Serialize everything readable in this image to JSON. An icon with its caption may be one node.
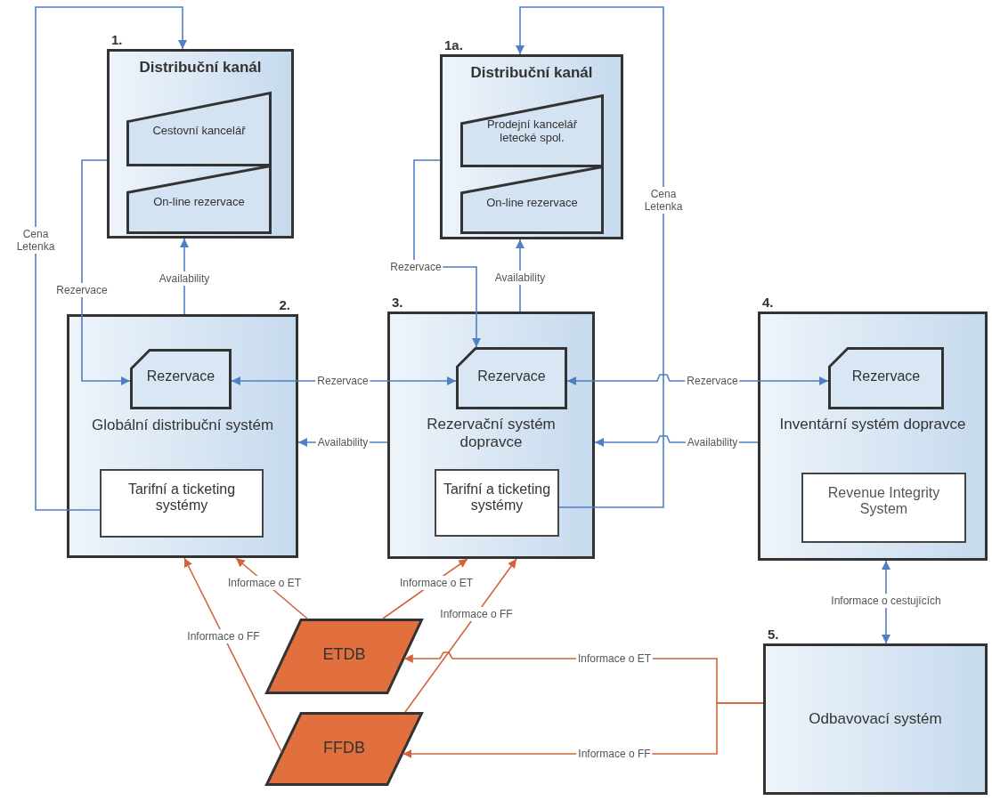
{
  "diagram": {
    "nodes": [
      {
        "text": [
          "1.",
          "Distribuční kanál"
        ]
      },
      {
        "text": [
          "Cestovní kancelář"
        ],
        "in": 0
      },
      {
        "text": [
          "On-line rezervace"
        ],
        "in": 0
      },
      {
        "text": [
          "1a.",
          "Distribuční kanál"
        ]
      },
      {
        "text": [
          "Prodejní kancelář letecké spol."
        ],
        "in": 3
      },
      {
        "text": [
          "On-line rezervace"
        ],
        "in": 3
      },
      {
        "text": [
          "2.",
          "Globální distribuční systém"
        ]
      },
      {
        "text": [
          "Rezervace"
        ],
        "in": 6
      },
      {
        "text": [
          "Tarifní a ticketing systémy"
        ],
        "in": 6
      },
      {
        "text": [
          "3.",
          "Rezervační systém dopravce"
        ]
      },
      {
        "text": [
          "Rezervace"
        ],
        "in": 9
      },
      {
        "text": [
          "Tarifní a ticketing systémy"
        ],
        "in": 9
      },
      {
        "text": [
          "4.",
          "Inventární systém dopravce"
        ]
      },
      {
        "text": [
          "Rezervace"
        ],
        "in": 12
      },
      {
        "text": [
          "Revenue Integrity System"
        ],
        "in": 12
      },
      {
        "text": [
          "5.",
          "Odbavovací systém"
        ]
      },
      {
        "text": [
          "ETDB"
        ]
      },
      {
        "text": [
          "FFDB"
        ]
      }
    ],
    "edges": [
      {
        "from": 8,
        "to": 0,
        "arrow": "to",
        "label": "Cena Letenka"
      },
      {
        "from": 0,
        "to": 7,
        "arrow": "to",
        "label": "Rezervace"
      },
      {
        "from": 6,
        "to": 0,
        "arrow": "to",
        "label": "Availability"
      },
      {
        "from": 3,
        "to": 10,
        "arrow": "to",
        "label": "Rezervace"
      },
      {
        "from": 9,
        "to": 3,
        "arrow": "to",
        "label": "Availability"
      },
      {
        "from": 11,
        "to": 3,
        "arrow": "to",
        "label": "Cena Letenka"
      },
      {
        "from": 7,
        "to": 10,
        "arrow": "both",
        "label": "Rezervace"
      },
      {
        "from": 9,
        "to": 6,
        "arrow": "to",
        "label": "Availability"
      },
      {
        "from": 10,
        "to": 13,
        "arrow": "both",
        "label": "Rezervace"
      },
      {
        "from": 12,
        "to": 9,
        "arrow": "to",
        "label": "Availability"
      },
      {
        "from": 12,
        "to": 15,
        "arrow": "both",
        "label": "Informace o cestujících"
      },
      {
        "from": 16,
        "to": 6,
        "arrow": "to",
        "label": "Informace o ET",
        "color": "#d2643c"
      },
      {
        "from": 16,
        "to": 9,
        "arrow": "to",
        "label": "Informace o ET",
        "color": "#d2643c"
      },
      {
        "from": 17,
        "to": 6,
        "arrow": "to",
        "label": "Informace o FF",
        "color": "#d2643c"
      },
      {
        "from": 17,
        "to": 9,
        "arrow": "to",
        "label": "Informace o FF",
        "color": "#d2643c"
      },
      {
        "from": 15,
        "to": 16,
        "arrow": "to",
        "label": "Informace o ET",
        "color": "#d2643c"
      },
      {
        "from": 15,
        "to": 17,
        "arrow": "to",
        "label": "Informace o FF",
        "color": "#d2643c"
      }
    ]
  }
}
